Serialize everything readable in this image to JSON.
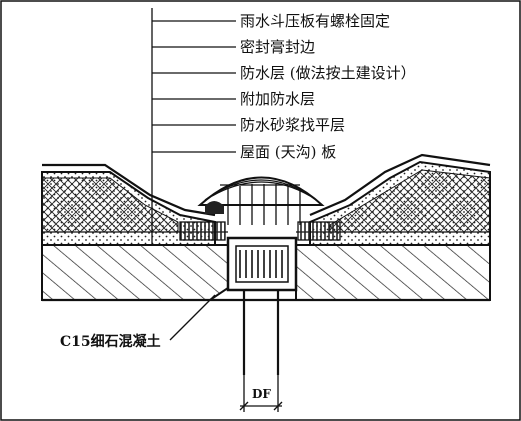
{
  "labels": {
    "l1": "雨水斗压板有螺栓固定",
    "l2": "密封膏封边",
    "l3": "防水层 (做法按土建设计）",
    "l4": "附加防水层",
    "l5": "防水砂浆找平层",
    "l6": "屋面 (天沟) 板",
    "concrete": "C15细石混凝土",
    "pipe_dim": "DF"
  }
}
